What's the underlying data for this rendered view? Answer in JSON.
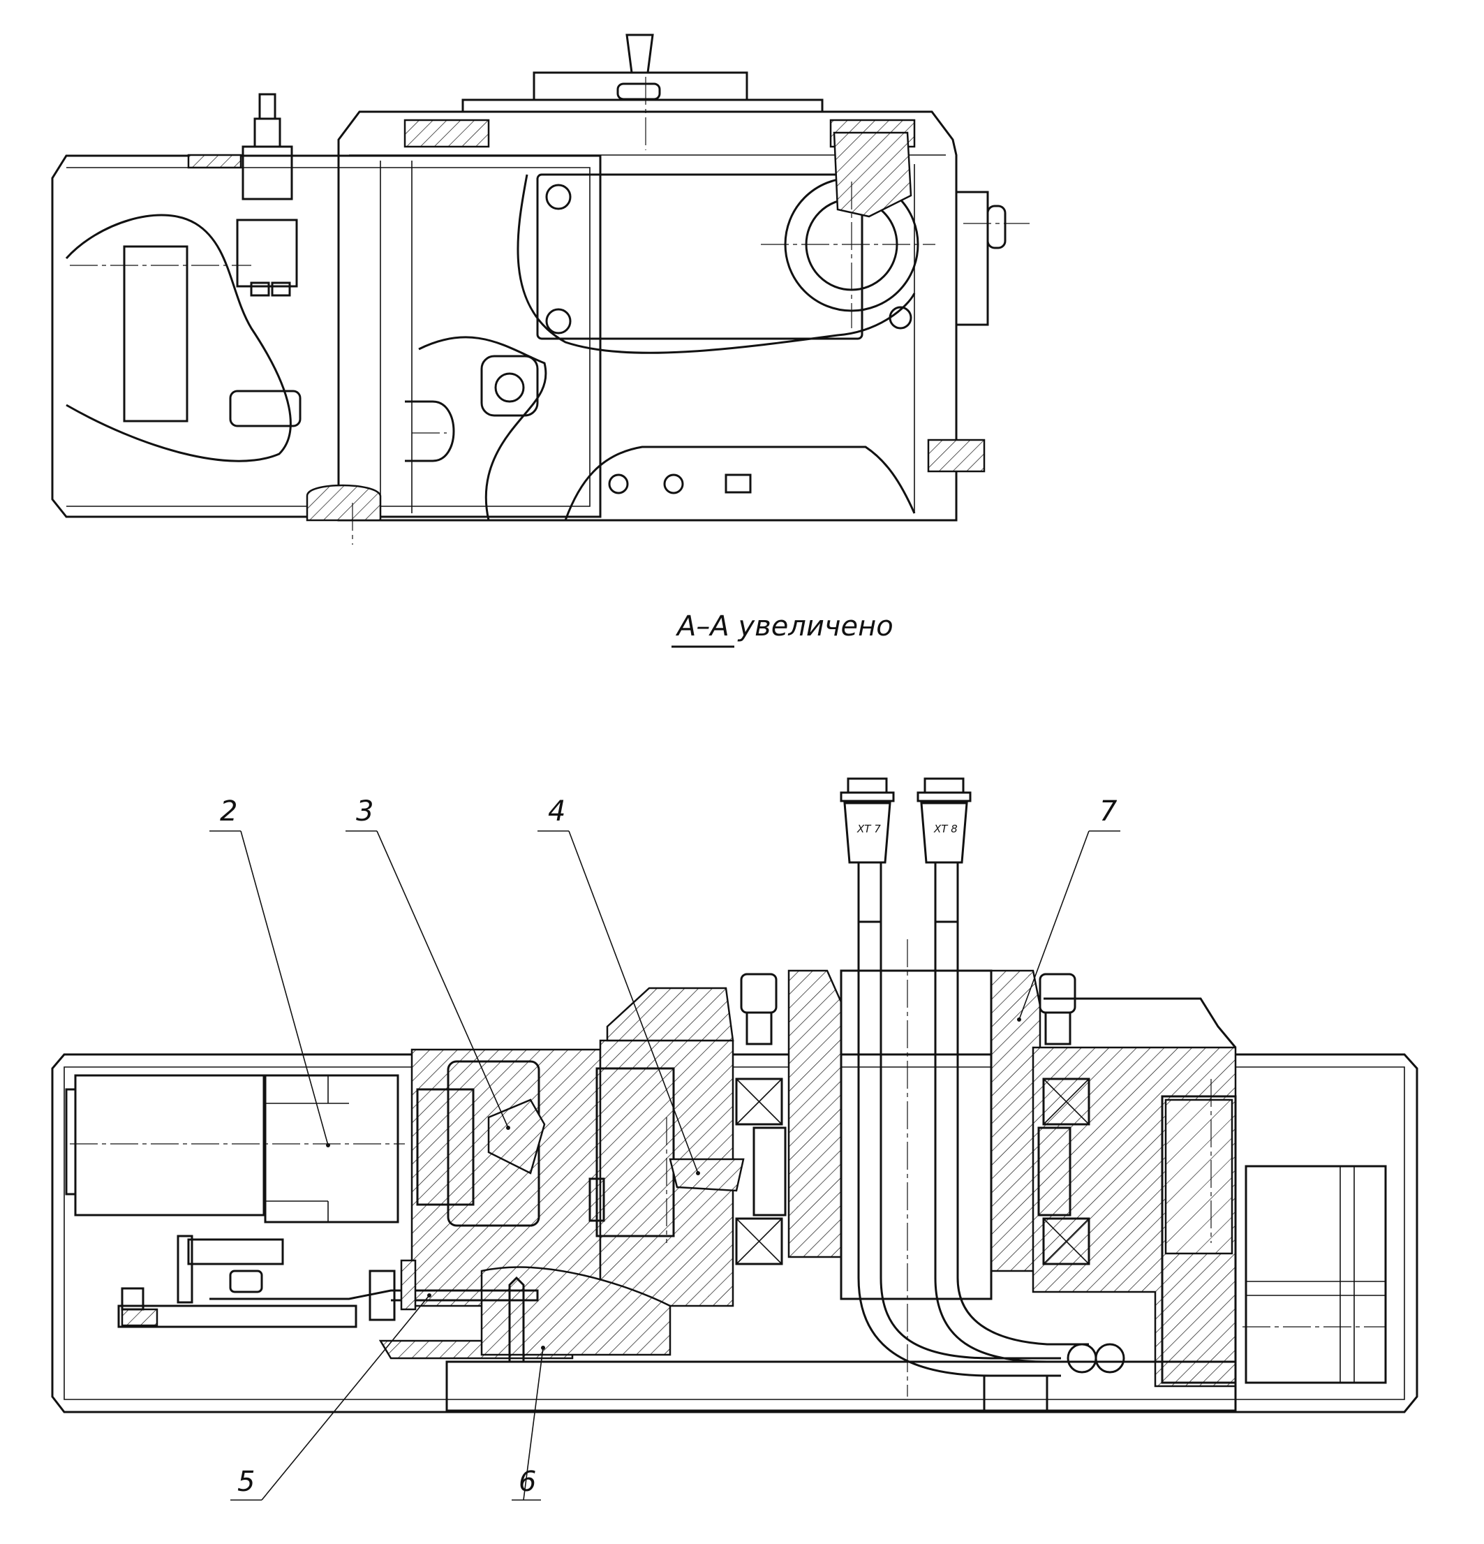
{
  "section_title": "А–А  увеличено",
  "callouts": [
    {
      "id": "callout-2",
      "text": "2"
    },
    {
      "id": "callout-3",
      "text": "3"
    },
    {
      "id": "callout-4",
      "text": "4"
    },
    {
      "id": "callout-5",
      "text": "5"
    },
    {
      "id": "callout-6",
      "text": "6"
    },
    {
      "id": "callout-7",
      "text": "7"
    }
  ],
  "connectors": [
    {
      "id": "connector-xt7",
      "text": "ХТ 7"
    },
    {
      "id": "connector-xt8",
      "text": "ХТ 8"
    }
  ]
}
